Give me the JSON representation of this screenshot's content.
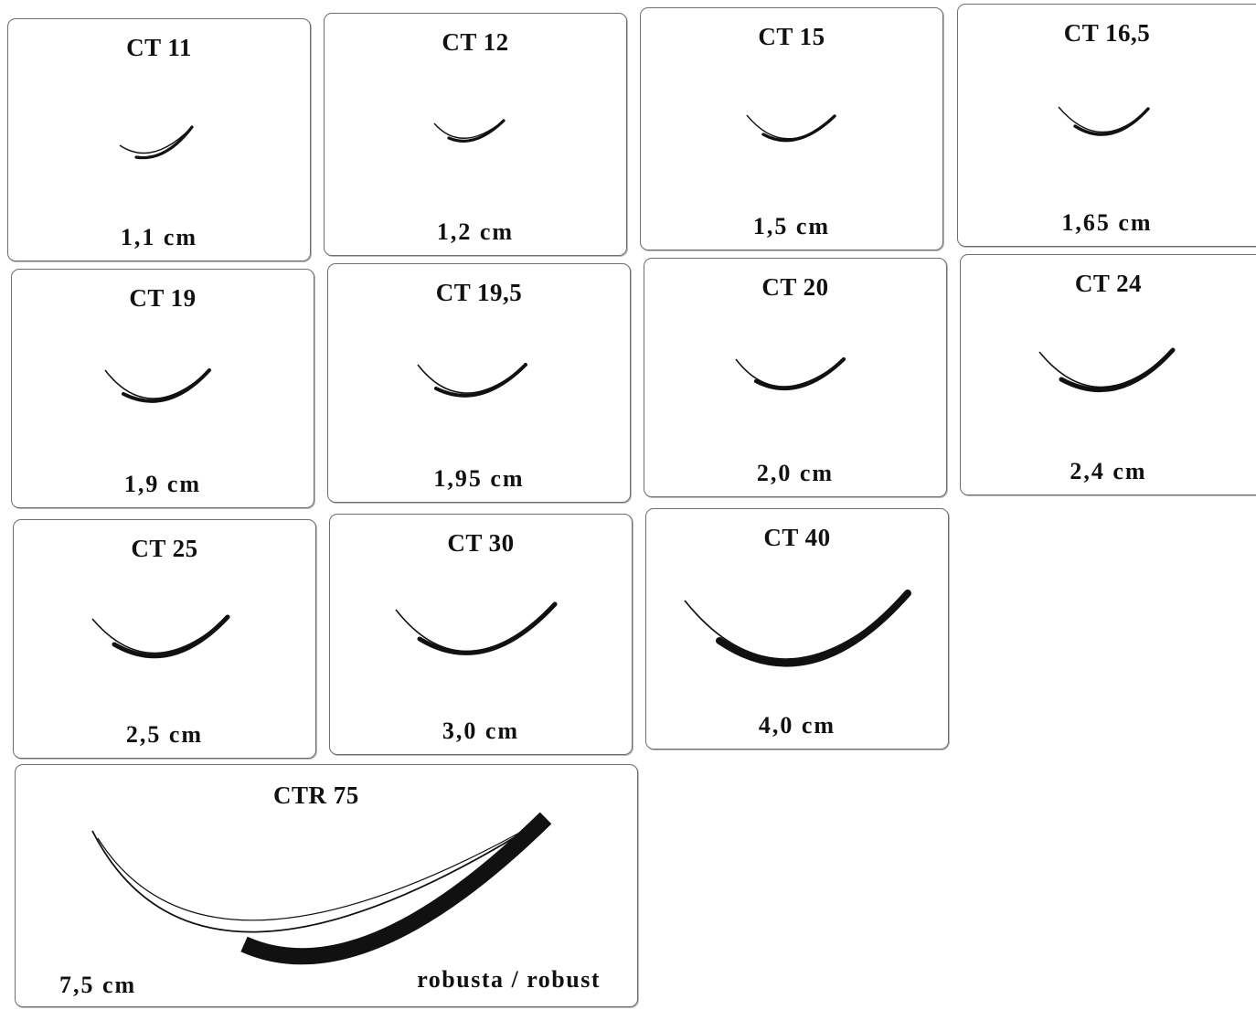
{
  "needles": [
    {
      "name": "CT 11",
      "size": "1,1 cm"
    },
    {
      "name": "CT 12",
      "size": "1,2 cm"
    },
    {
      "name": "CT 15",
      "size": "1,5 cm"
    },
    {
      "name": "CT 16,5",
      "size": "1,65 cm"
    },
    {
      "name": "CT 19",
      "size": "1,9 cm"
    },
    {
      "name": "CT 19,5",
      "size": "1,95 cm"
    },
    {
      "name": "CT 20",
      "size": "2,0 cm"
    },
    {
      "name": "CT 24",
      "size": "2,4 cm"
    },
    {
      "name": "CT 25",
      "size": "2,5 cm"
    },
    {
      "name": "CT 30",
      "size": "3,0 cm"
    },
    {
      "name": "CT 40",
      "size": "4,0 cm"
    }
  ],
  "large_needle": {
    "name": "CTR 75",
    "size": "7,5 cm",
    "note": "robusta / robust"
  },
  "colors": {
    "ink": "#111111",
    "border": "#6e6e6e",
    "background": "#ffffff"
  }
}
